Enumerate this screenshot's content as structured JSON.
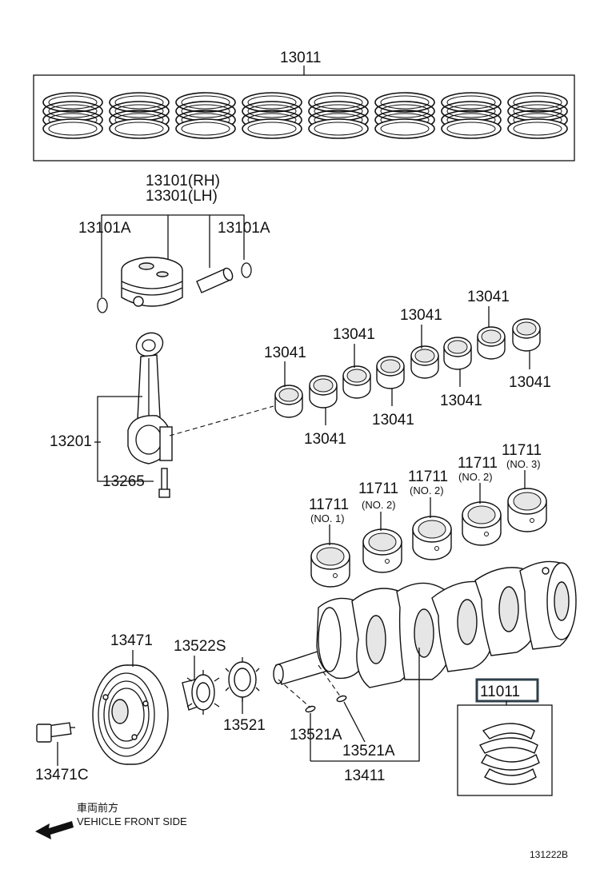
{
  "labels": {
    "rings_set": "13011",
    "piston_rh": "13101(RH)",
    "piston_lh": "13301(LH)",
    "snap_ring_left": "13101A",
    "snap_ring_right": "13101A",
    "rod_bearing": "13041",
    "connecting_rod": "13201",
    "rod_bolt": "13265",
    "main_bearing": "11711",
    "main_no1": "(NO. 1)",
    "main_no2": "(NO. 2)",
    "main_no3": "(NO. 3)",
    "pulley": "13471",
    "pulley_bolt": "13471C",
    "timing_gear": "13522S",
    "crank_gear": "13521",
    "key": "13521A",
    "crankshaft": "13411",
    "kit": "11011",
    "front_jp": "車両前方",
    "front_en": "VEHICLE FRONT SIDE",
    "figure_id": "131222B"
  },
  "accent_colors": {
    "kit_box": "#2e3f4a"
  }
}
